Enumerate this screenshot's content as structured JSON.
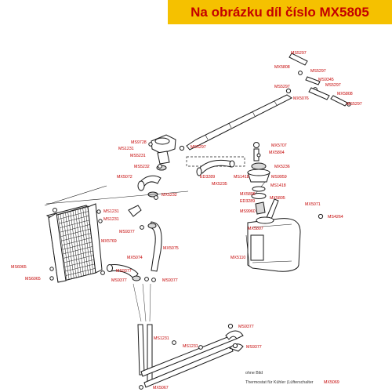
{
  "banner": {
    "title": "Na obrázku díl číslo MX5805"
  },
  "labels": {
    "ms5297_a": "MS5297",
    "mx5808_a": "MX5808",
    "ms5297_b": "MS5297",
    "ms9345": "MS9345",
    "ms5297_c": "MS5297",
    "ms5297_d": "MS5297",
    "mx5808_b": "MX5808",
    "mx5076": "MX5076",
    "ms5297_e": "MS5297",
    "ms9728": "MS9728",
    "ms1231_a": "MS1231",
    "ms5231": "MS5231",
    "ms5297_f": "MS5297",
    "mx5707": "MX5707",
    "mx5804": "MX5804",
    "ms5232": "MS5232",
    "mx5236": "MX5236",
    "mx5072": "MX5072",
    "ed3289_a": "ED3289",
    "ms1418_a": "MS1418",
    "ms9959_a": "MS9959",
    "mx5235": "MX5235",
    "mx5232": "MX5232",
    "ms1418_b": "MS1418",
    "mx5806": "MX5806",
    "mx5805": "MX5805",
    "ed3289_b": "ED3289",
    "mx5071": "MX5071",
    "ms1231_b": "MS1231",
    "ms9960": "MS9960",
    "ms1231_c": "MS1231",
    "ms4264": "MS4264",
    "ms9377_a": "MS9377",
    "mx5807": "MX5807",
    "mx5769": "MX5769",
    "mx5075": "MX5075",
    "mx5074": "MX5074",
    "mx5110": "MX5110",
    "ms6065_a": "MS6065",
    "ms9377_b": "MS9377",
    "ms6065_b": "MS6065",
    "ms9377_c": "MS9377",
    "ms9377_d": "MS9377",
    "ms9377_e": "MS9377",
    "ms1231_d": "MS1231",
    "ms1231_e": "MS1231",
    "ms9377_f": "MS9377",
    "mx5067": "MX5067"
  },
  "footnote": {
    "line1": "ohne Bild",
    "line2": "Thermostat für Kühler (Lüfterschalter",
    "code": "MX5069"
  },
  "colors": {
    "banner_bg": "#f5c100",
    "banner_text": "#c40000",
    "label_text": "#c40000"
  }
}
